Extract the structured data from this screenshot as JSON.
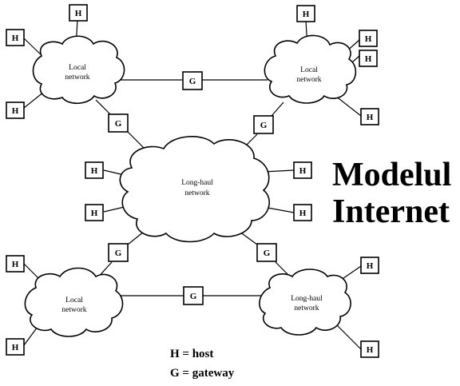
{
  "title": {
    "line1": "Modelul",
    "line2": "Internet"
  },
  "legend": {
    "host": "H = host",
    "gateway": "G = gateway"
  },
  "labels": {
    "host": "H",
    "gateway": "G"
  },
  "clouds": {
    "top_left": {
      "line1": "Local",
      "line2": "network"
    },
    "top_right": {
      "line1": "Local",
      "line2": "network"
    },
    "center": {
      "line1": "Long-haul",
      "line2": "network"
    },
    "bottom_left": {
      "line1": "Local",
      "line2": "network"
    },
    "bottom_right": {
      "line1": "Long-haul",
      "line2": "network"
    }
  }
}
